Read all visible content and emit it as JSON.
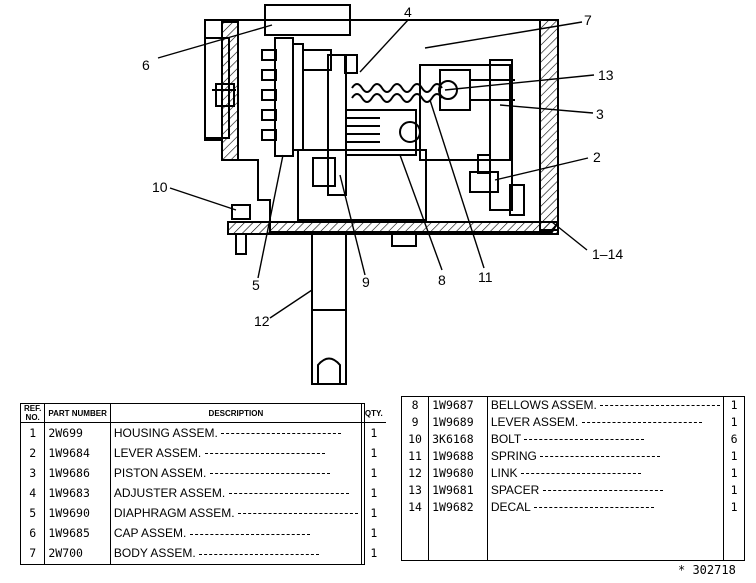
{
  "callouts": [
    {
      "id": "c4",
      "label": "4"
    },
    {
      "id": "c7",
      "label": "7"
    },
    {
      "id": "c6",
      "label": "6"
    },
    {
      "id": "c13",
      "label": "13"
    },
    {
      "id": "c3",
      "label": "3"
    },
    {
      "id": "c2",
      "label": "2"
    },
    {
      "id": "c10",
      "label": "10"
    },
    {
      "id": "c1_14",
      "label": "1–14"
    },
    {
      "id": "c5",
      "label": "5"
    },
    {
      "id": "c9",
      "label": "9"
    },
    {
      "id": "c8",
      "label": "8"
    },
    {
      "id": "c11",
      "label": "11"
    },
    {
      "id": "c12",
      "label": "12"
    }
  ],
  "parts_table": {
    "headers": {
      "ref": "REF. NO.",
      "part": "PART NUMBER",
      "desc": "DESCRIPTION",
      "qty": "QTY."
    },
    "left_rows": [
      {
        "ref": "1",
        "part": "2W699",
        "desc": "HOUSING ASSEM.",
        "qty": "1"
      },
      {
        "ref": "2",
        "part": "1W9684",
        "desc": "LEVER ASSEM.",
        "qty": "1"
      },
      {
        "ref": "3",
        "part": "1W9686",
        "desc": "PISTON ASSEM.",
        "qty": "1"
      },
      {
        "ref": "4",
        "part": "1W9683",
        "desc": "ADJUSTER ASSEM.",
        "qty": "1"
      },
      {
        "ref": "5",
        "part": "1W9690",
        "desc": "DIAPHRAGM ASSEM.",
        "qty": "1"
      },
      {
        "ref": "6",
        "part": "1W9685",
        "desc": "CAP ASSEM.",
        "qty": "1"
      },
      {
        "ref": "7",
        "part": "2W700",
        "desc": "BODY ASSEM.",
        "qty": "1"
      }
    ],
    "right_rows": [
      {
        "ref": "8",
        "part": "1W9687",
        "desc": "BELLOWS ASSEM.",
        "qty": "1"
      },
      {
        "ref": "9",
        "part": "1W9689",
        "desc": "LEVER ASSEM.",
        "qty": "1"
      },
      {
        "ref": "10",
        "part": "3K6168",
        "desc": "BOLT",
        "qty": "6"
      },
      {
        "ref": "11",
        "part": "1W9688",
        "desc": "SPRING",
        "qty": "1"
      },
      {
        "ref": "12",
        "part": "1W9680",
        "desc": "LINK",
        "qty": "1"
      },
      {
        "ref": "13",
        "part": "1W9681",
        "desc": "SPACER",
        "qty": "1"
      },
      {
        "ref": "14",
        "part": "1W9682",
        "desc": "DECAL",
        "qty": "1"
      }
    ]
  },
  "catalog_number": "* 302718"
}
